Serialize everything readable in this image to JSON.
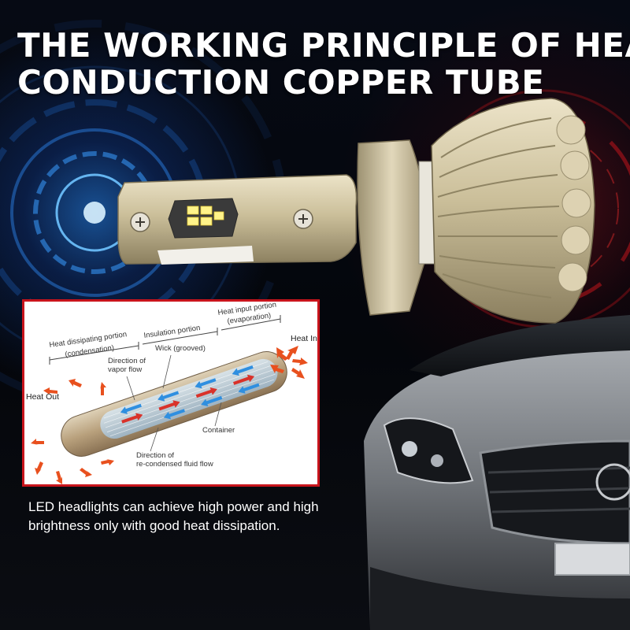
{
  "title": {
    "line1": "THE WORKING PRINCIPLE OF HEAT",
    "line2": "CONDUCTION COPPER TUBE"
  },
  "diagram": {
    "heat_dissipating_portion": "Heat dissipating portion",
    "condensation": "(condensation)",
    "insulation_portion": "Insulation portion",
    "heat_input_portion": "Heat input portion",
    "evaporation": "(evaporation)",
    "heat_in": "Heat In",
    "heat_out": "Heat Out",
    "wick": "Wick (grooved)",
    "vapor_flow_line1": "Direction of",
    "vapor_flow_line2": "vapor flow",
    "container": "Container",
    "fluid_flow_line1": "Direction of",
    "fluid_flow_line2": "re-condensed fluid flow"
  },
  "caption": "LED headlights can achieve high power and high brightness only with good heat dissipation.",
  "colors": {
    "title_text": "#ffffff",
    "diagram_border": "#c8141c",
    "bulb_gold": "#cbbf9a",
    "heat_arrow": "#e8501e",
    "vapor_arrow": "#2f8fe0"
  }
}
